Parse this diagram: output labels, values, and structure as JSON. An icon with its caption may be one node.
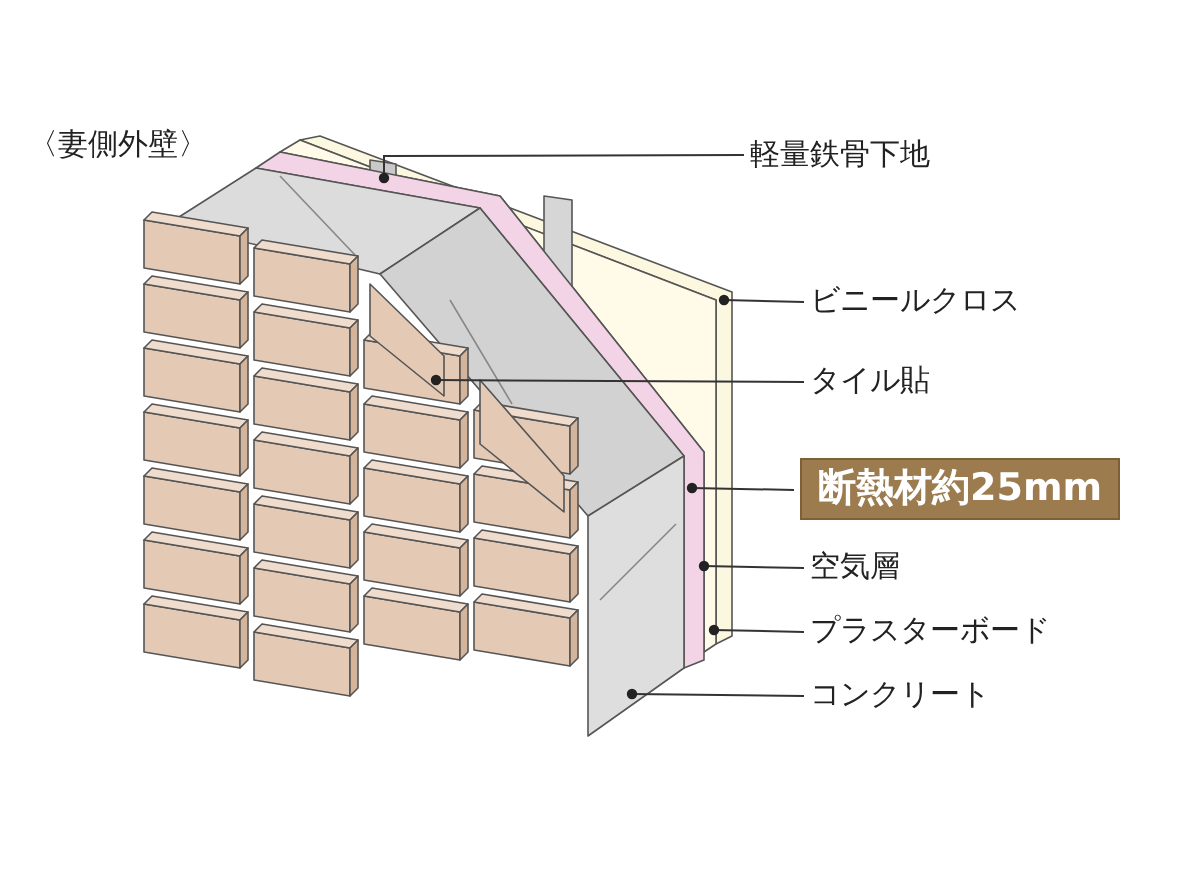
{
  "diagram": {
    "title": "〈妻側外壁〉",
    "nodes": [
      {
        "text": [
          "軽量鉄骨下地"
        ]
      },
      {
        "text": [
          "ビニールクロス"
        ]
      },
      {
        "text": [
          "タイル貼"
        ]
      },
      {
        "text": [
          "断熱材約25mm"
        ]
      },
      {
        "text": [
          "空気層"
        ]
      },
      {
        "text": [
          "プラスターボード"
        ]
      },
      {
        "text": [
          "コンクリート"
        ]
      }
    ],
    "edges": [
      {
        "from": 0,
        "to": null,
        "arrow": "other"
      },
      {
        "from": 1,
        "to": null,
        "arrow": "other"
      },
      {
        "from": 2,
        "to": null,
        "arrow": "other"
      },
      {
        "from": 3,
        "to": null,
        "arrow": "other"
      },
      {
        "from": 4,
        "to": null,
        "arrow": "other"
      },
      {
        "from": 5,
        "to": null,
        "arrow": "other"
      },
      {
        "from": 6,
        "to": null,
        "arrow": "other"
      }
    ]
  }
}
